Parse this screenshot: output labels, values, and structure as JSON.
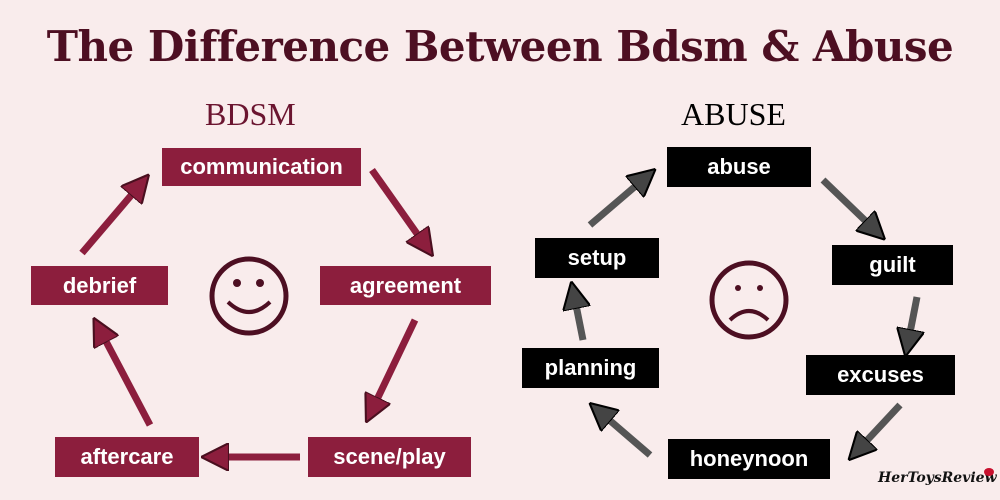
{
  "title": "The Difference Between Bdsm & Abuse",
  "bdsm": {
    "heading": "BDSM",
    "steps": [
      "communication",
      "agreement",
      "scene/play",
      "aftercare",
      "debrief"
    ],
    "face": "smiley-face"
  },
  "abuse": {
    "heading": "ABUSE",
    "steps": [
      "abuse",
      "guilt",
      "excuses",
      "honeynoon",
      "planning",
      "setup"
    ],
    "face": "sad-face"
  },
  "logo": "HerToysReview",
  "colors": {
    "maroon": "#8c1e3d",
    "black": "#000000",
    "background": "#f9ecec",
    "title": "#4d0f22"
  }
}
